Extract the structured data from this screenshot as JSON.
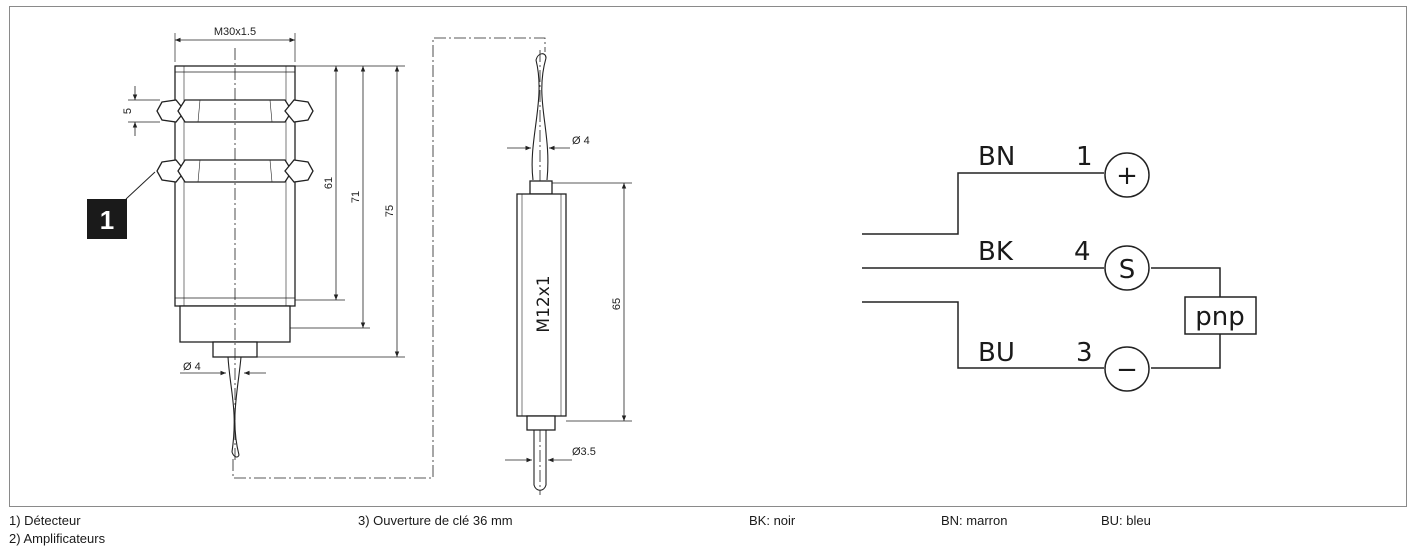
{
  "drawing": {
    "sensor": {
      "thread": "M30x1.5",
      "nut_width": "5",
      "len_a": "61",
      "len_b": "71",
      "len_c": "75",
      "cable_dia": "Ø 4",
      "callout": "1"
    },
    "amplifier": {
      "cable_dia_top": "Ø 4",
      "connector": "M12x1",
      "length": "65",
      "cable_dia_bottom": "Ø3.5"
    }
  },
  "wiring": {
    "wires": [
      {
        "color": "BN",
        "pin": "1",
        "symbol": "+"
      },
      {
        "color": "BK",
        "pin": "4",
        "symbol": "S"
      },
      {
        "color": "BU",
        "pin": "3",
        "symbol": "−"
      }
    ],
    "output": "pnp"
  },
  "legend": {
    "items": [
      "1)  Détecteur",
      "2)  Amplificateurs",
      "3)  Ouverture de clé 36 mm"
    ],
    "colors": [
      "BK: noir",
      "BN: marron",
      "BU: bleu"
    ]
  }
}
